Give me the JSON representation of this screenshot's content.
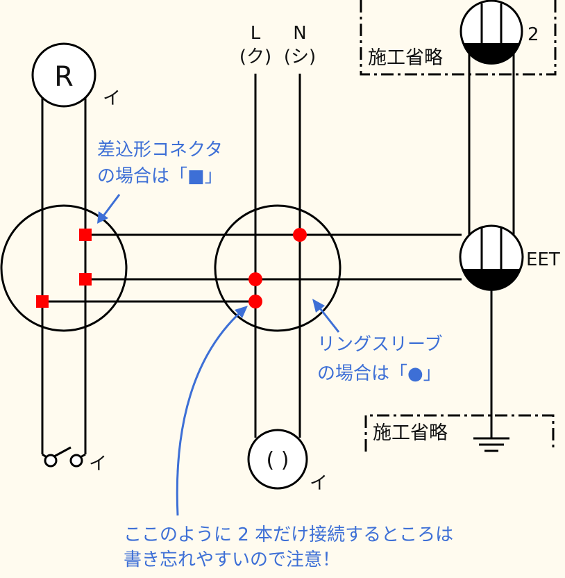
{
  "colors": {
    "background": "#fffbef",
    "wire": "#000000",
    "connector": "#ff0000",
    "annotation": "#3d6fd6"
  },
  "icons": {
    "lamp": "lamp-R-icon",
    "switch": "switch-icon",
    "outlet": "outlet-icon",
    "ground": "ground-icon",
    "eet": "eet-outlet-icon"
  },
  "labels": {
    "lamp_letter": "R",
    "lamp_tag": "イ",
    "switch_tag": "イ",
    "outlet_symbol": "( )",
    "outlet_tag": "イ",
    "source_L": "L",
    "source_N": "N",
    "source_L_sub": "(ク)",
    "source_N_sub": "(シ)",
    "top_outlet_count": "2",
    "eet": "EET",
    "omitted_top": "施工省略",
    "omitted_bottom": "施工省略"
  },
  "annotations": {
    "square_note_line1": "差込形コネクタ",
    "square_note_line2": "の場合は「■」",
    "circle_note_line1": "リングスリーブ",
    "circle_note_line2": "の場合は「●」",
    "warning_line1": "ここのように 2 本だけ接続するところは",
    "warning_line2": "書き忘れやすいので注意！"
  }
}
